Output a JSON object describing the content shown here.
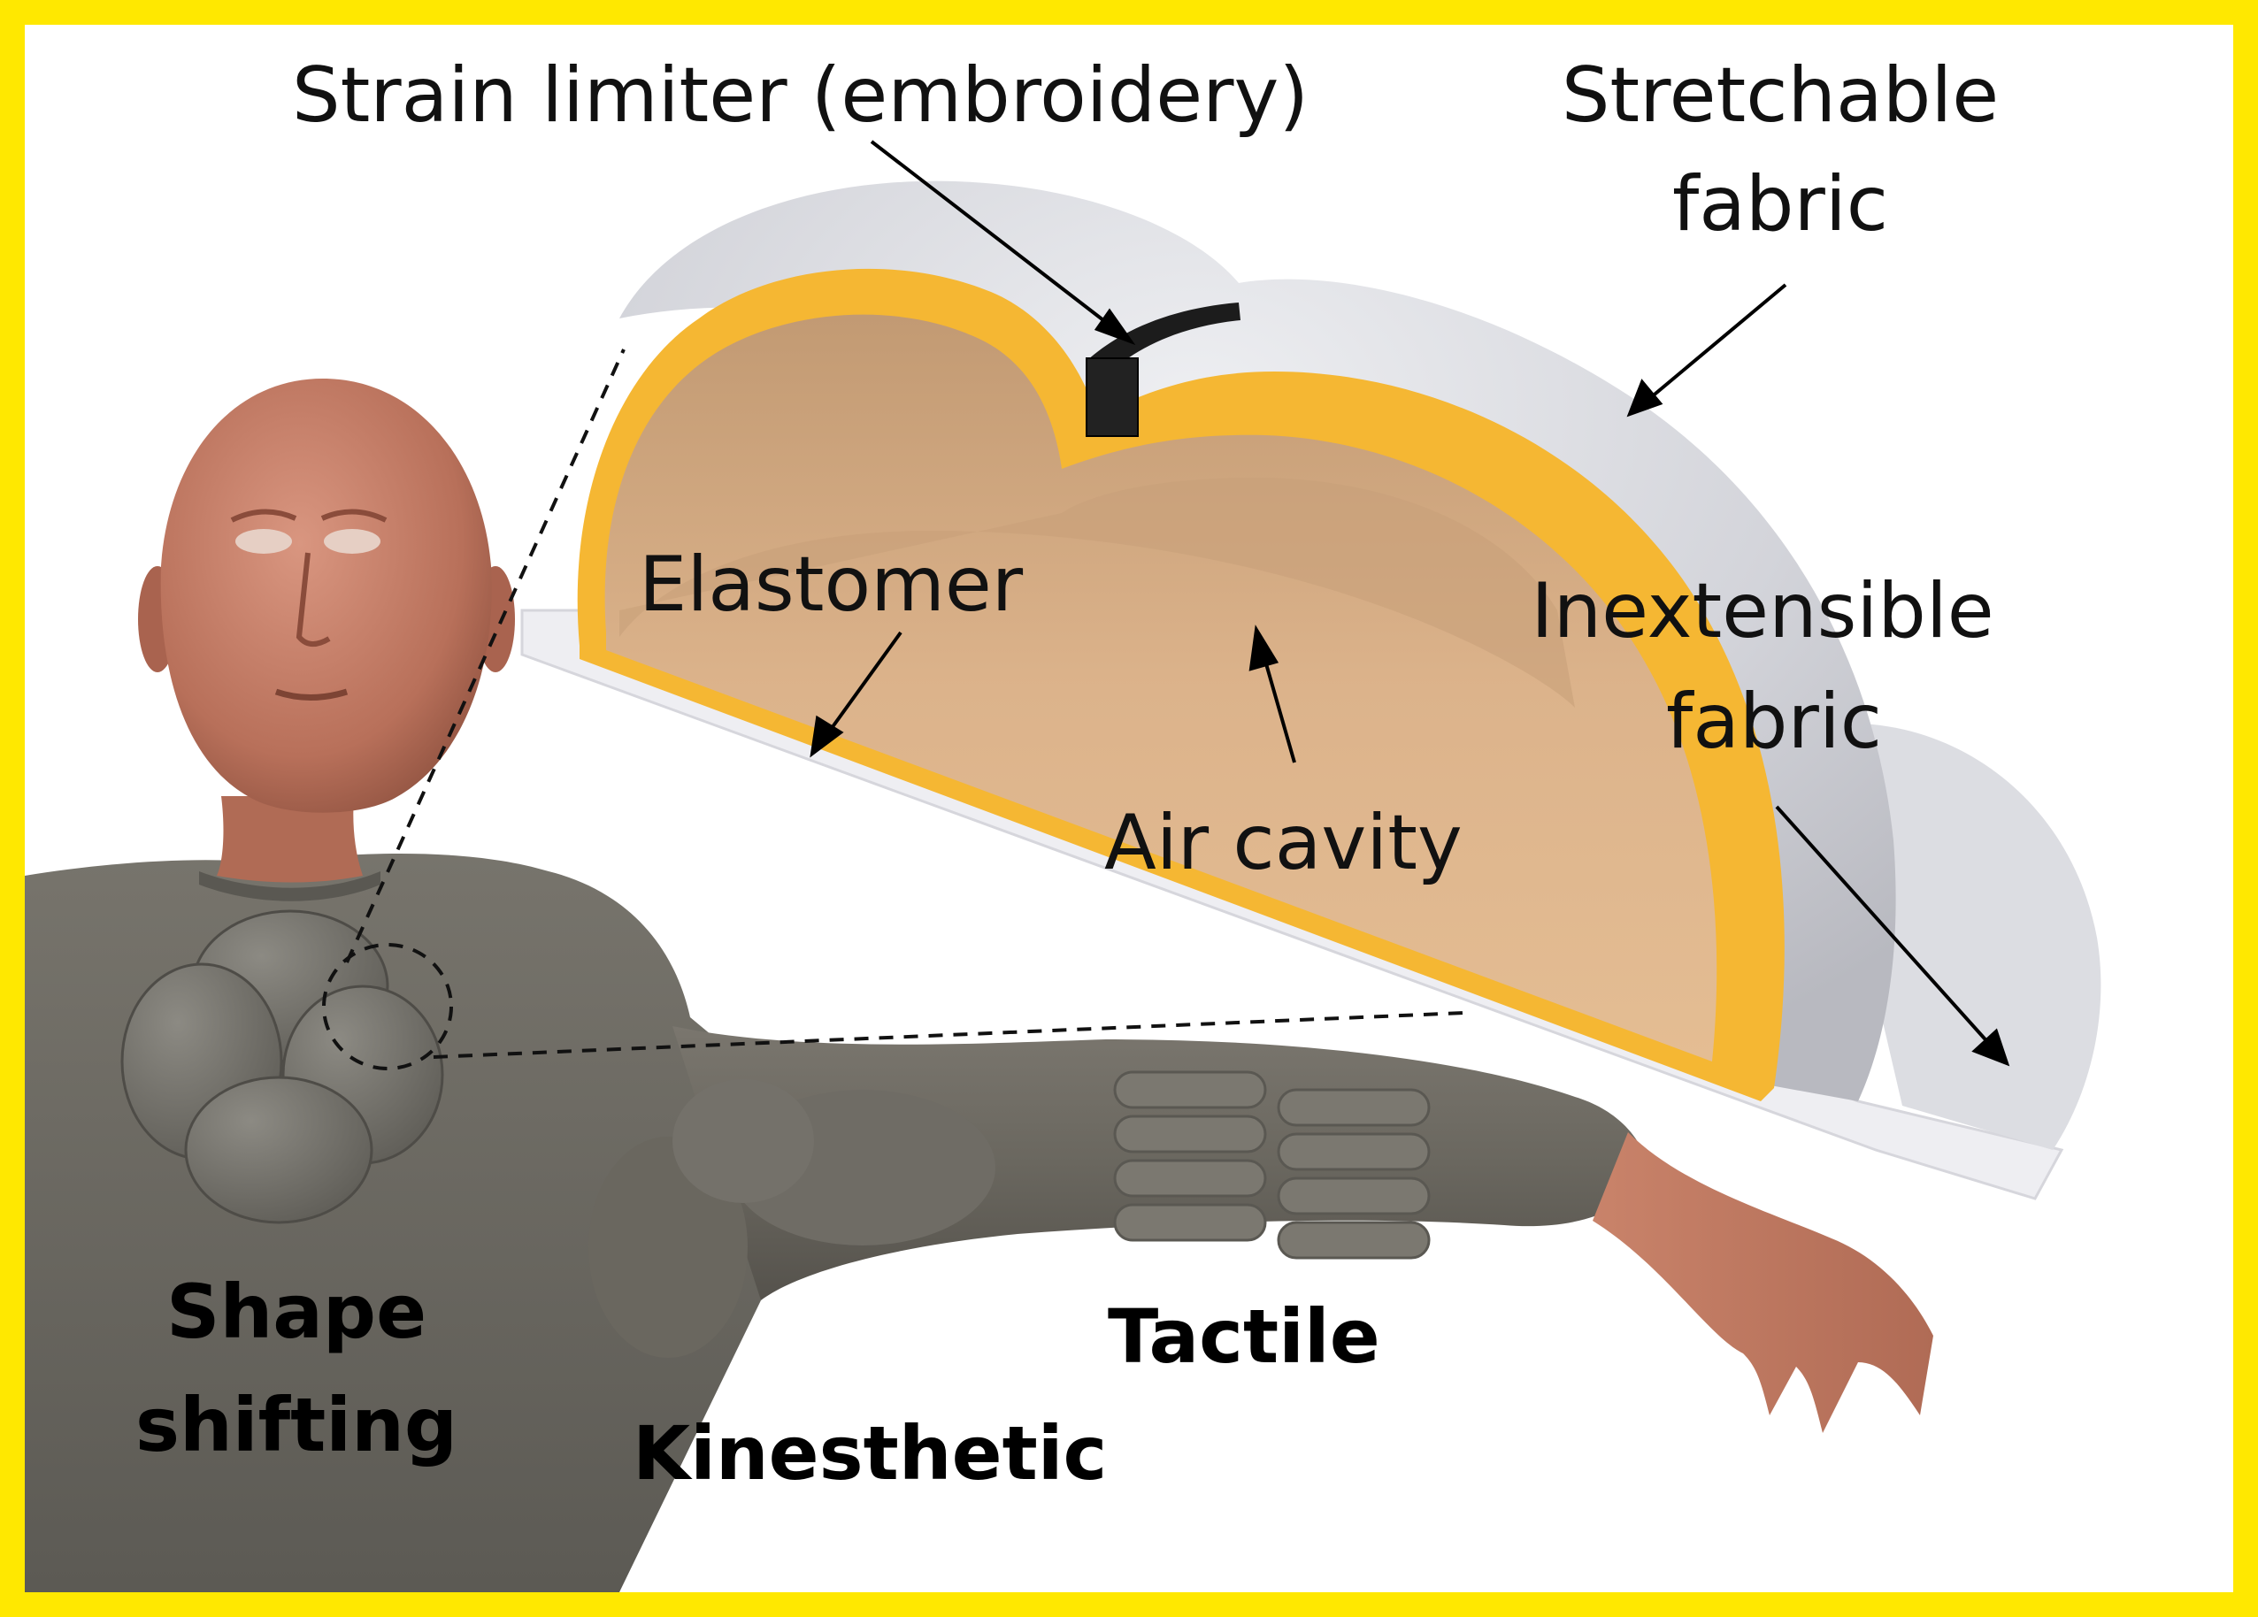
{
  "colors": {
    "frame": "#FFE800",
    "skin": "#C98269",
    "shirt": "#6E6B64",
    "elastomer": "#F5B733",
    "air_cavity": "#D8AE86",
    "stretchable_fabric": "#D5D6DC",
    "strain_limiter": "#1C1C1C"
  },
  "labels": {
    "strain_limiter": "Strain limiter (embroidery)",
    "stretchable_fabric_line1": "Stretchable",
    "stretchable_fabric_line2": "fabric",
    "elastomer": "Elastomer",
    "inextensible_fabric_line1": "Inextensible",
    "inextensible_fabric_line2": "fabric",
    "air_cavity": "Air cavity",
    "shape_shifting_line1": "Shape",
    "shape_shifting_line2": "shifting",
    "kinesthetic": "Kinesthetic",
    "tactile": "Tactile"
  }
}
